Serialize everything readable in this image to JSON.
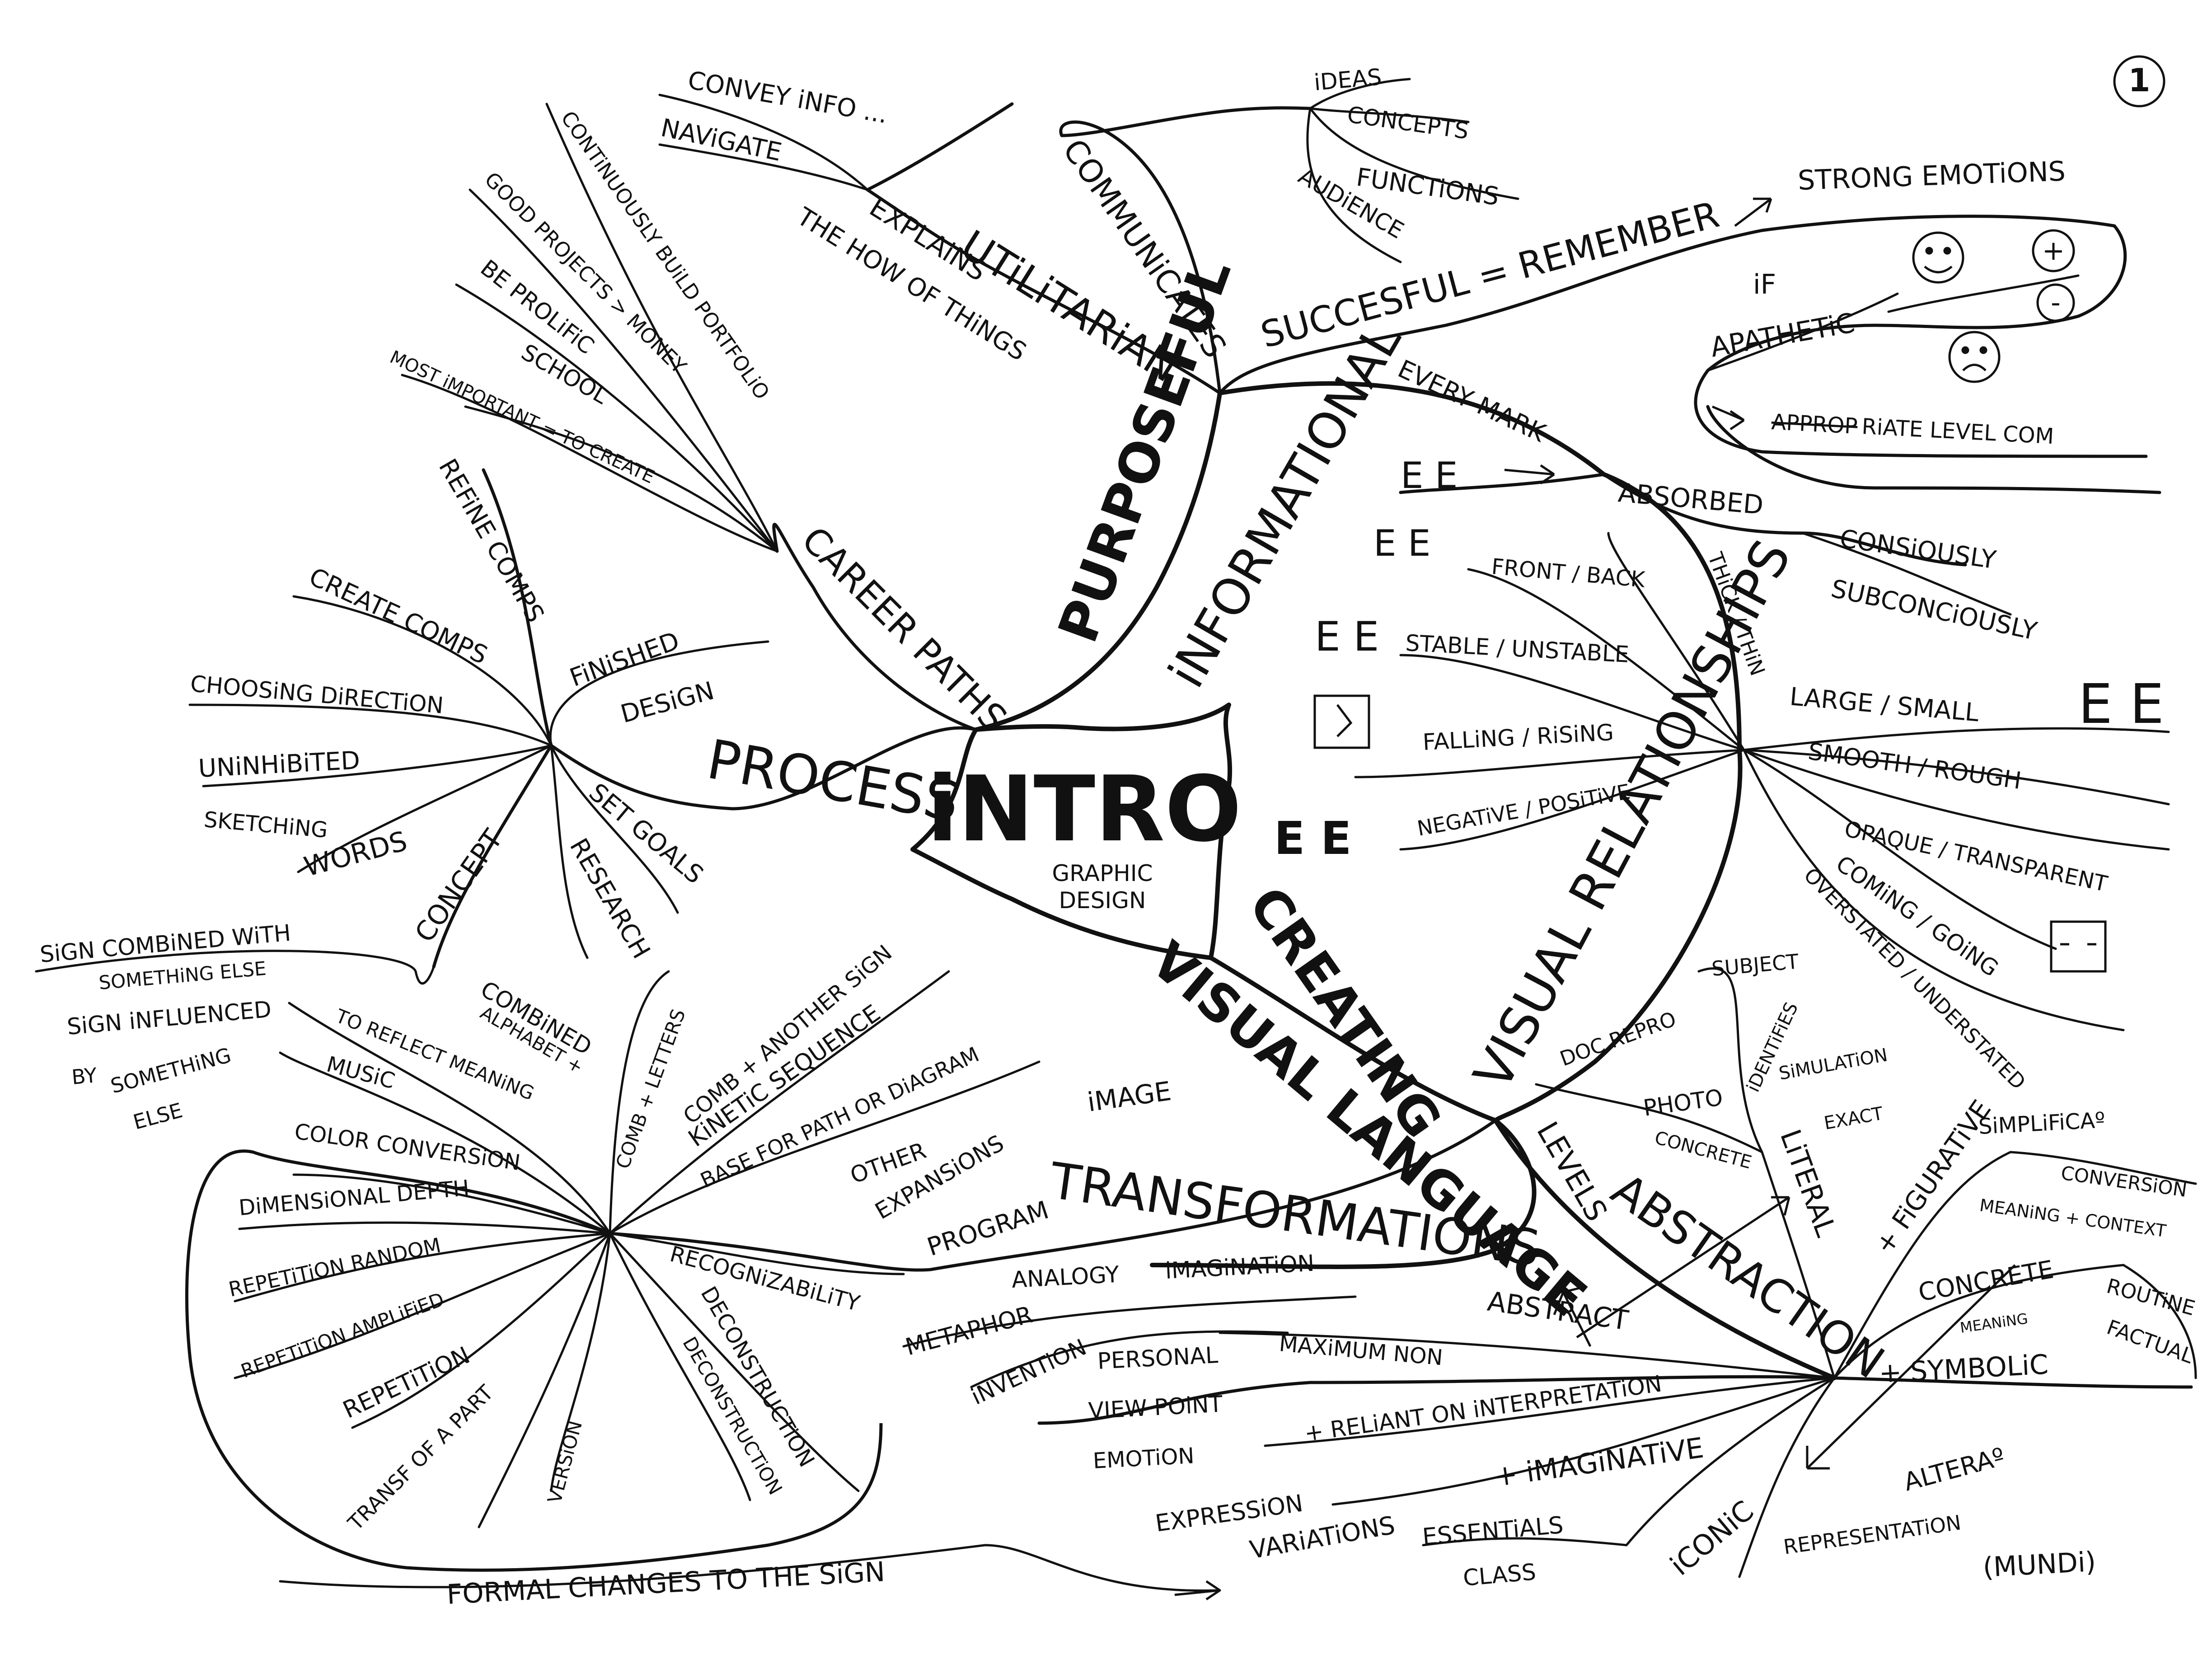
{
  "page_number": "1",
  "center": {
    "title": "iNTRO",
    "subtitle_line1": "GRAPHIC",
    "subtitle_line2": "DESIGN"
  },
  "main_branches": {
    "purposeful": "PURPOSEFUL",
    "informational": "iNFORMATIONAL",
    "creating": "CREATING",
    "visual_language": "VISUAL LANGUAGE",
    "process": "PROCESS",
    "career_paths": "CAREER PATHS",
    "visual_relationships": "VISUAL RELATIONSHIPS",
    "transformations": "TRANSFORMATIONS",
    "abstraction": "ABSTRACTION",
    "levels": "LEVELS"
  },
  "purposeful": {
    "utilitarian": "UTiLiTARiAN",
    "explains": "EXPLAiNS",
    "explains_2": "THE HOW OF THiNGS",
    "convey": "CONVEY iNFO ...",
    "navigate": "NAViGATE",
    "communicates": "COMMUNiCATES",
    "ideas": "iDEAS",
    "concepts": "CONCEPTS",
    "functions": "FUNCTiONS",
    "audience": "AUDiENCE",
    "successful": "SUCCESFUL = REMEMBER",
    "strong_emotions": "STRONG EMOTiONS",
    "if": "iF",
    "apathetic": "APATHETiC",
    "plus": "+",
    "minus": "-",
    "appropriate_struck": "APPROP",
    "appropriate_rest": "RiATE LEVEL COM"
  },
  "career": {
    "items": [
      "CONTiNUOUSLY BUiLD PORTFOLiO",
      "GOOD PROJECTS > MONEY",
      "BE PROLiFiC",
      "SCHOOL",
      "MOST iMPORTANT = TO CREATE"
    ]
  },
  "process": {
    "refine_comps": "REFiNE COMPS",
    "finished": "FiNiSHED",
    "design": "DESiGN",
    "create_comps": "CREATE COMPS",
    "choosing": "CHOOSiNG DiRECTiON",
    "uninhibited": "UNiNHiBiTED",
    "sketching": "SKETCHiNG",
    "words": "WORDS",
    "concept": "CONCEPT",
    "set_goals": "SET GOALS",
    "research": "RESEARCH"
  },
  "sign": {
    "combined": "SiGN COMBiNED WiTH",
    "something_else": "SOMETHiNG ELSE",
    "influenced": "SiGN iNFLUENCED",
    "by": "BY",
    "something_else_2": "SOMETHiNG",
    "else": "ELSE"
  },
  "transformations": {
    "combined": "COMBiNED",
    "alphabet": "ALPHABET +",
    "reflect": "TO REFLECT MEANiNG",
    "music": "MUSiC",
    "comb_letters": "COMB + LETTERS",
    "comb_another": "COMB + ANOTHER SiGN",
    "kinetic": "KiNETiC SEQUENCE",
    "base_for_path": "BASE FOR PATH OR DiAGRAM",
    "other": "OTHER",
    "expansions": "EXPANSiONS",
    "image": "iMAGE",
    "program": "PROGRAM",
    "color_conversion": "COLOR CONVERSiON",
    "dimensional_depth": "DiMENSiONAL DEPTH",
    "repetition_random": "REPETiTiON RANDOM",
    "repetition_amplified": "REPETiTiON AMPLiFiED",
    "repetition": "REPETiTiON",
    "transf_part": "TRANSF OF A PART",
    "version": "VERSiON",
    "recognizability": "RECOGNiZABiLiTY",
    "deconstruction": "DECONSTRUCTiON",
    "deconstruction_2": "DECONSTRUCTiON",
    "formal_changes": "FORMAL CHANGES TO THE SiGN"
  },
  "informational": {
    "every_mark": "EVERY MARK",
    "absorbed": "ABSORBED",
    "consciously": "CONSiOUSLY",
    "subconsciously": "SUBCONCiOUSLY",
    "front_back": "FRONT / BACK",
    "thick_thin": "THiCK / THiN",
    "stable_unstable": "STABLE / UNSTABLE",
    "falling_rising": "FALLiNG / RiSiNG",
    "negative_positive": "NEGATiVE / POSiTiVE",
    "large_small": "LARGE / SMALL",
    "smooth_rough": "SMOOTH / ROUGH",
    "opaque_transparent": "OPAQUE / TRANSPARENT",
    "coming_going": "COMiNG / GOiNG",
    "overstated": "OVERSTATED / UNDERSTATED",
    "glyph_ee": "E E"
  },
  "abstraction": {
    "subject": "SUBJECT",
    "doc_repro": "DOC REPRO",
    "photo": "PHOTO",
    "identifies": "iDENTiFiES",
    "simulation": "SiMULATiON",
    "exact": "EXACT",
    "concrete": "CONCRETE",
    "literal": "LiTERAL",
    "figurative": "+ FiGURATiVE",
    "simplification": "SiMPLiFiCAº",
    "conversion": "CONVERSiON",
    "meaning_context": "MEANiNG + CONTEXT",
    "concrete_2": "CONCRETE",
    "routine": "ROUTiNE",
    "meaning": "MEANiNG",
    "factual": "FACTUAL",
    "symbolic": "+ SYMBOLiC",
    "alteration": "ALTERAº",
    "representation": "REPRESENTATiON",
    "mundi": "(MUNDi)",
    "abstract": "ABSTRACT",
    "maximum_non": "MAXiMUM NON",
    "reliant": "+ RELiANT ON iNTERPRETATiON",
    "imaginative": "+ iMAGiNATiVE",
    "personal": "PERSONAL",
    "viewpoint": "VIEW POiNT",
    "emotion": "EMOTiON",
    "expression": "EXPRESSiON",
    "variations": "VARiATiONS",
    "essentials": "ESSENTiALS",
    "class": "CLASS",
    "iconic": "iCONiC",
    "analogy": "ANALOGY",
    "imagination": "iMAGiNATiON",
    "metaphor": "METAPHOR",
    "invention": "iNVENTiON"
  }
}
